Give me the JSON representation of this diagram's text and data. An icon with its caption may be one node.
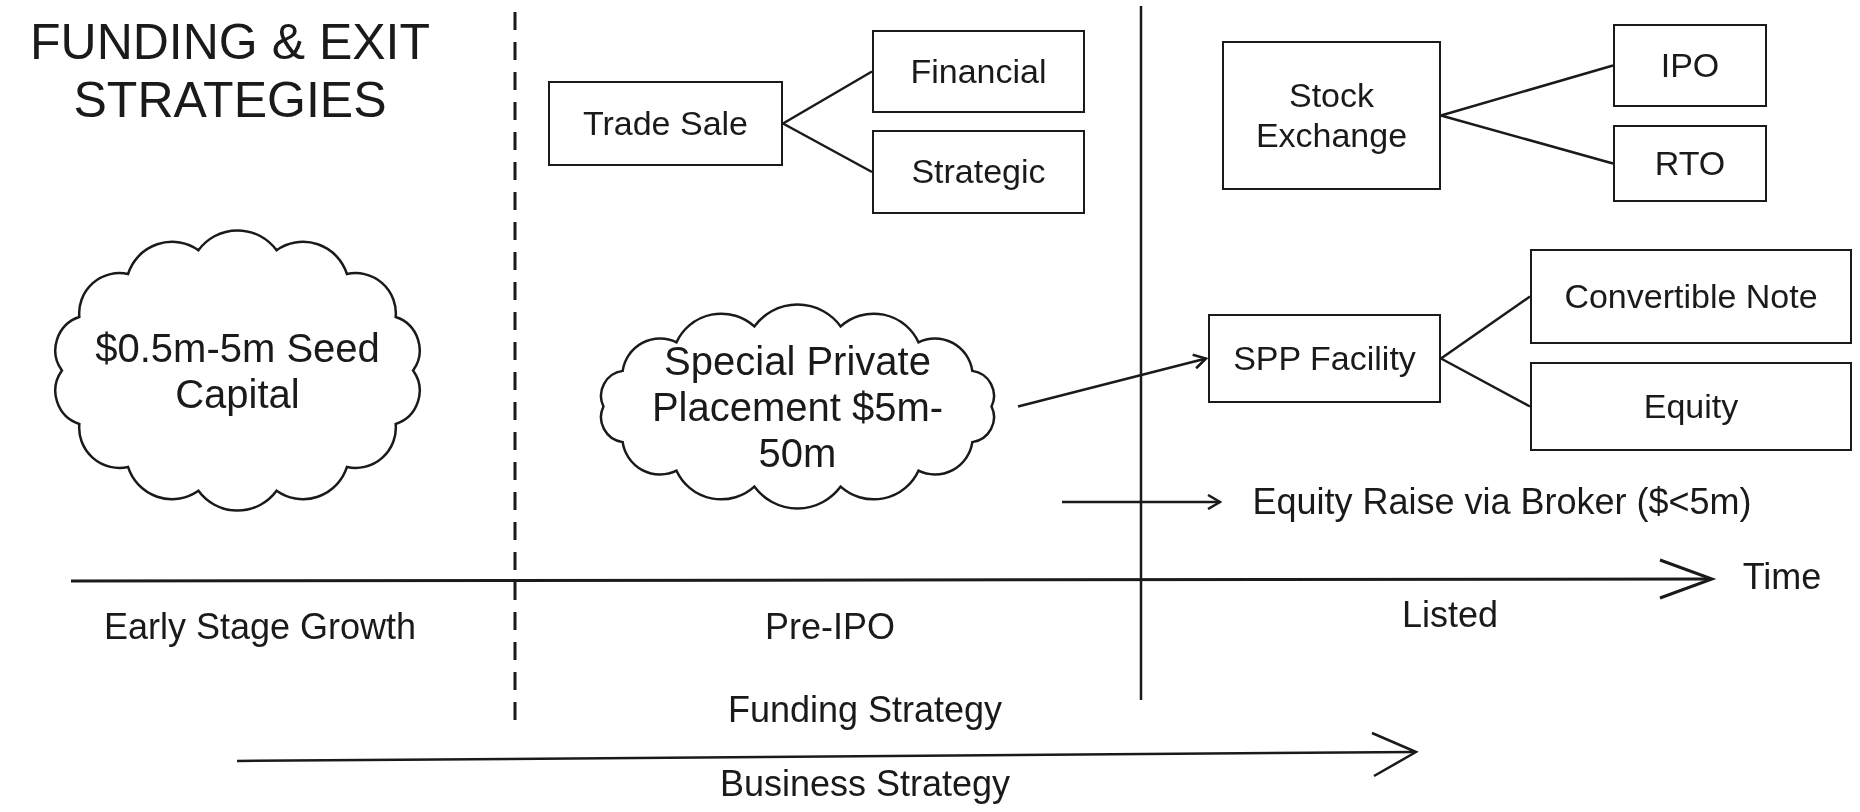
{
  "diagram": {
    "title": "FUNDING & EXIT STRATEGIES",
    "nodes": [
      {
        "text": [
          "$0.5m-5m Seed Capital"
        ]
      },
      {
        "text": [
          "Trade Sale"
        ]
      },
      {
        "text": [
          "Financial"
        ]
      },
      {
        "text": [
          "Strategic"
        ]
      },
      {
        "text": [
          "Special Private Placement $5m-50m"
        ]
      },
      {
        "text": [
          "Stock Exchange"
        ]
      },
      {
        "text": [
          "IPO"
        ]
      },
      {
        "text": [
          "RTO"
        ]
      },
      {
        "text": [
          "SPP Facility"
        ]
      },
      {
        "text": [
          "Convertible Note"
        ]
      },
      {
        "text": [
          "Equity"
        ]
      },
      {
        "text": [
          "Equity Raise via Broker ($<5m)"
        ]
      }
    ],
    "edges": [
      {
        "from": 1,
        "to": 2,
        "arrow": "none"
      },
      {
        "from": 1,
        "to": 3,
        "arrow": "none"
      },
      {
        "from": 5,
        "to": 6,
        "arrow": "none"
      },
      {
        "from": 5,
        "to": 7,
        "arrow": "none"
      },
      {
        "from": 4,
        "to": 8,
        "arrow": "to"
      },
      {
        "from": 8,
        "to": 9,
        "arrow": "none"
      },
      {
        "from": 8,
        "to": 10,
        "arrow": "none"
      },
      {
        "from": null,
        "to": 11,
        "arrow": "to"
      }
    ],
    "labels": [
      "Time",
      "Early Stage Growth",
      "Pre-IPO",
      "Listed",
      "Funding Strategy",
      "Business Strategy"
    ]
  }
}
